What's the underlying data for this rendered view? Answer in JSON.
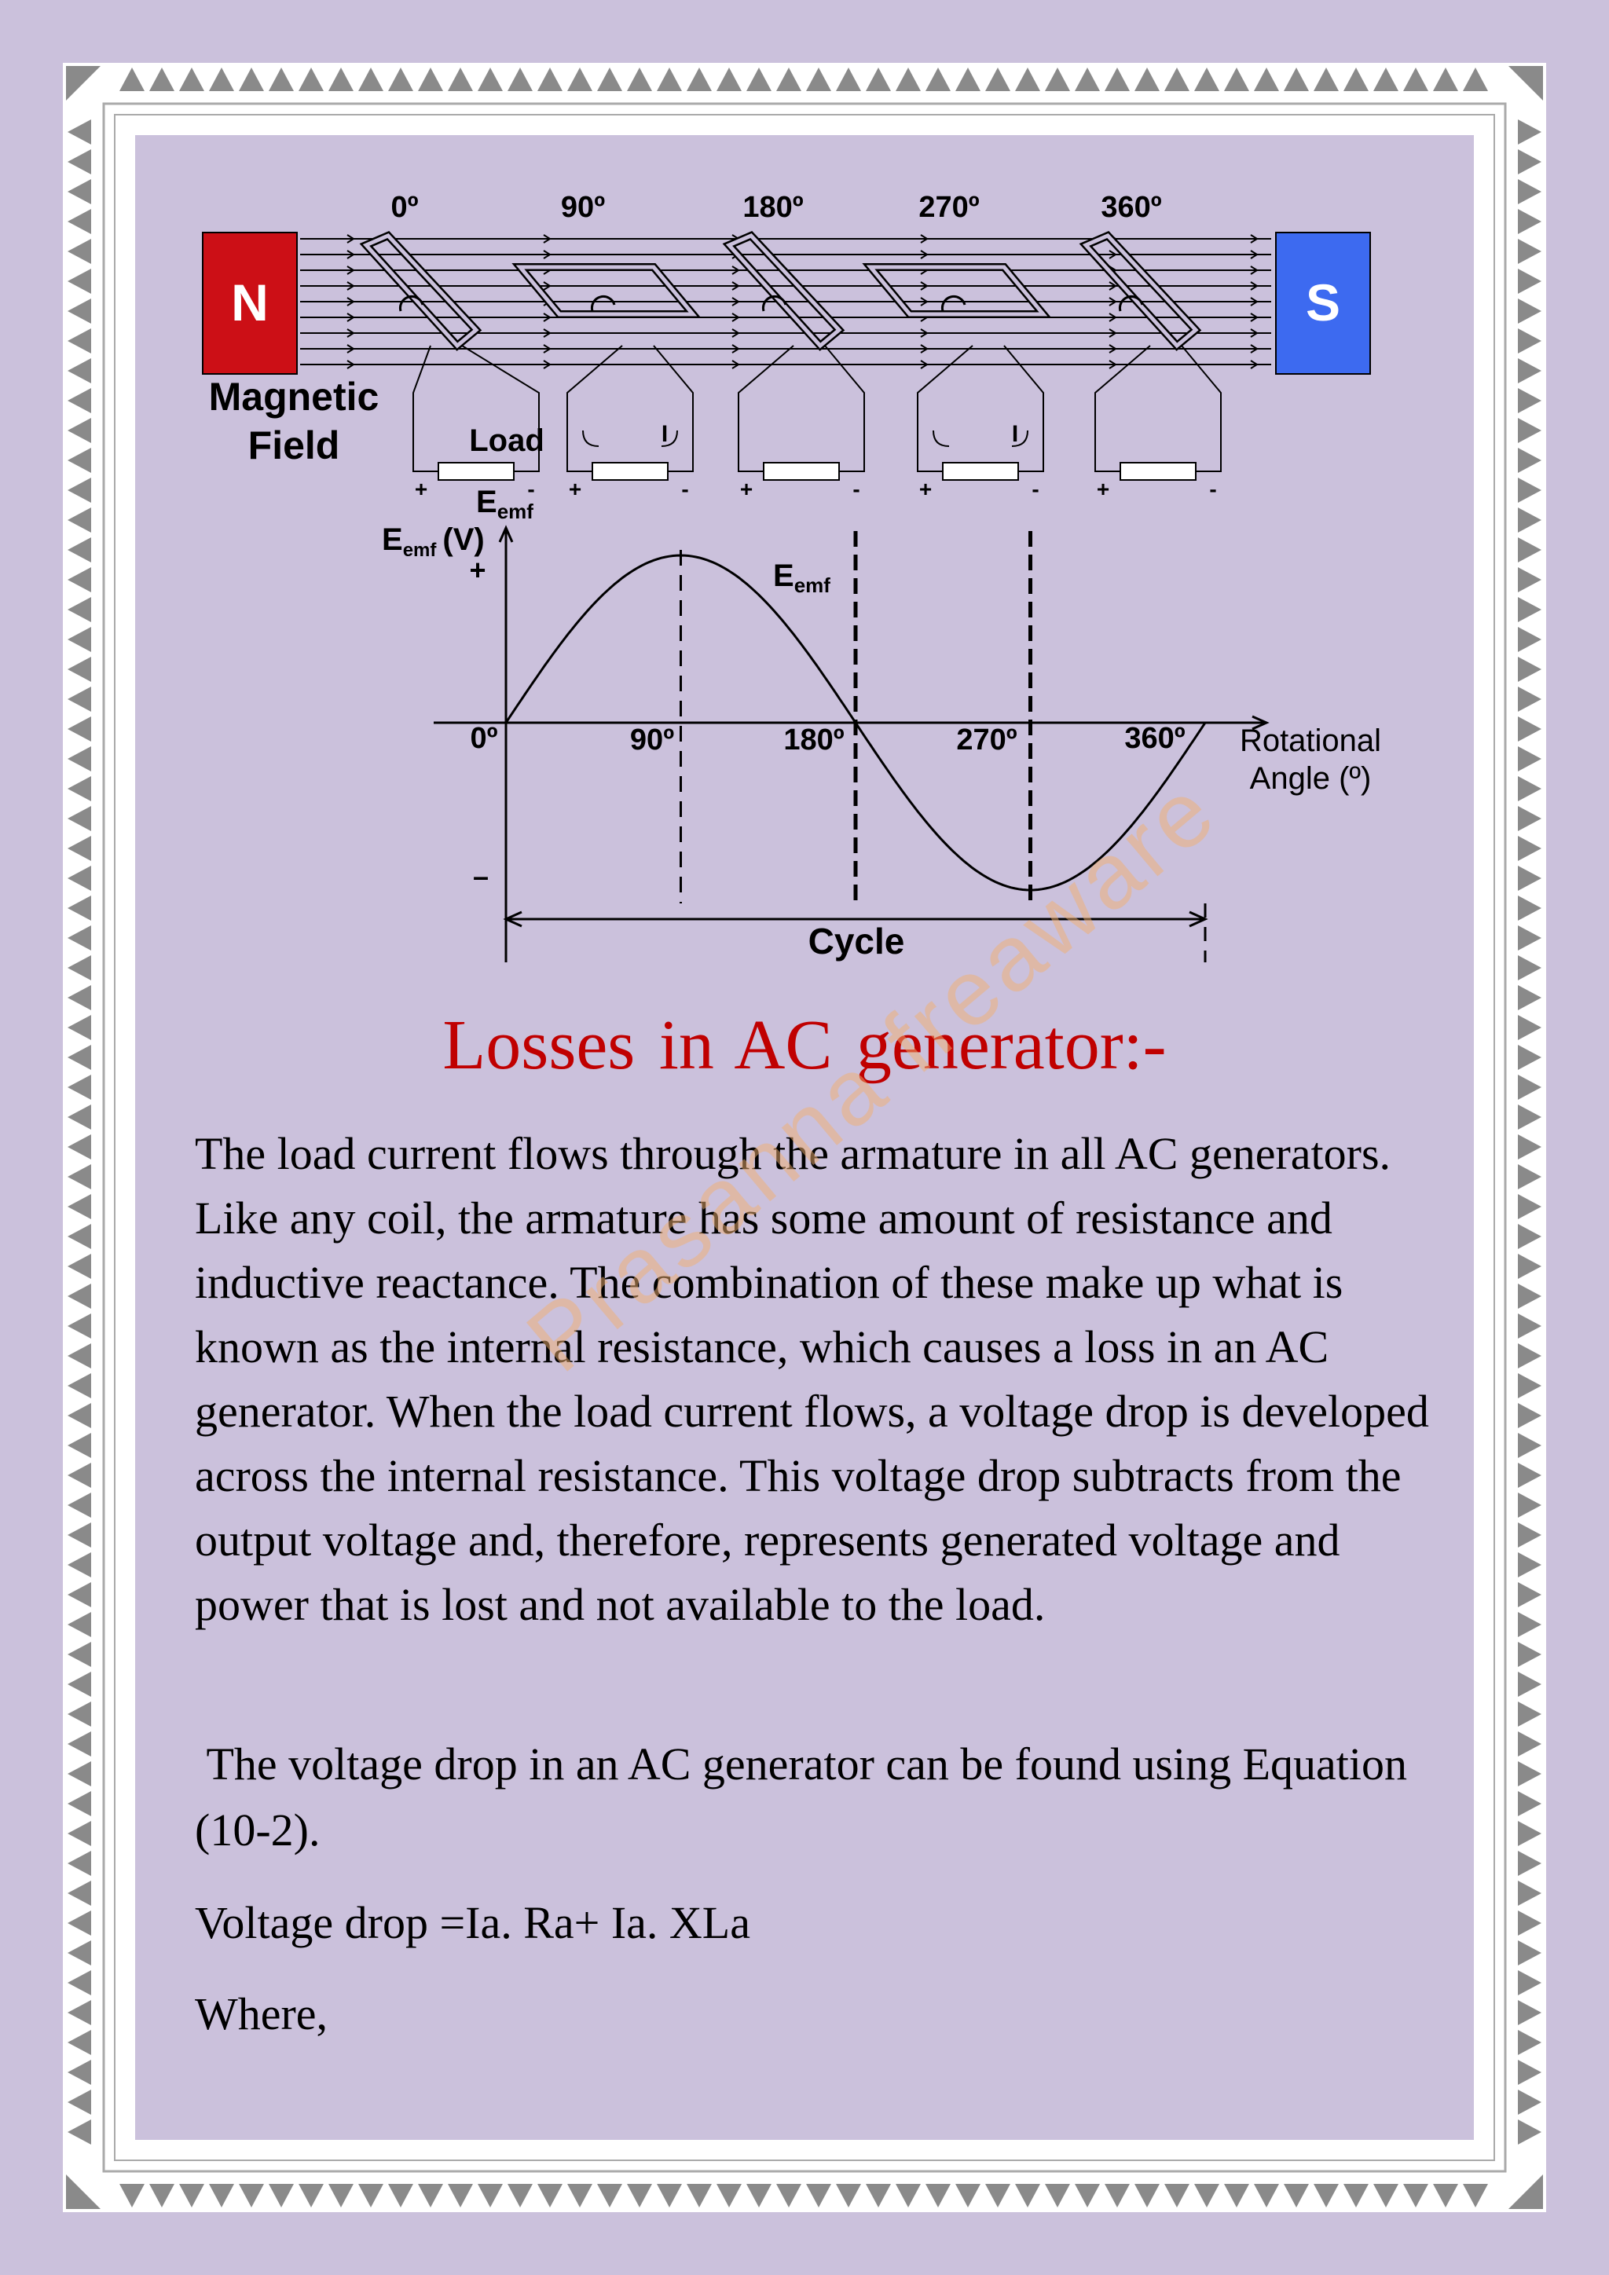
{
  "diagram": {
    "poles": {
      "north": "N",
      "south": "S"
    },
    "angle_labels": [
      "0º",
      "90º",
      "180º",
      "270º",
      "360º"
    ],
    "field_label_line1": "Magnetic",
    "field_label_line2": "Field",
    "load_label": "Load",
    "emf_label_base": "E",
    "emf_label_sub": "emf",
    "current_label": "I",
    "plus": "+",
    "minus": "-",
    "y_axis_label": "E",
    "y_axis_label_sub": "emf",
    "y_axis_unit": "(V)",
    "y_plus": "+",
    "y_minus": "–",
    "curve_label": "E",
    "curve_label_sub": "emf",
    "x_tick_labels": [
      "0º",
      "90º",
      "180º",
      "270º",
      "360º"
    ],
    "x_axis_label_line1": "Rotational",
    "x_axis_label_line2": "Angle (º)",
    "cycle_label": "Cycle"
  },
  "heading": "Losses in AC generator:-",
  "paragraphs": {
    "p1": "The load current flows through the armature in all AC generators. Like any coil, the armature has some amount of resistance and inductive reactance. The combination of these make up what is known as the internal resistance, which causes a loss in an AC generator. When the load current flows, a voltage drop is developed across the internal resistance. This voltage drop subtracts from the output voltage and, therefore, represents generated voltage and power that is lost and not available to the load.",
    "p2": " The voltage drop in an AC generator can be found using Equation (10-2).",
    "p3": "Voltage drop =Ia. Ra+ Ia. XLa",
    "p4": "Where,"
  },
  "watermark": "Prasanna freaware",
  "colors": {
    "background": "#cbc1dc",
    "north_pole": "#cc0f16",
    "south_pole": "#3d6af0",
    "heading": "#c00000",
    "border_triangle": "#8a8a8a"
  }
}
